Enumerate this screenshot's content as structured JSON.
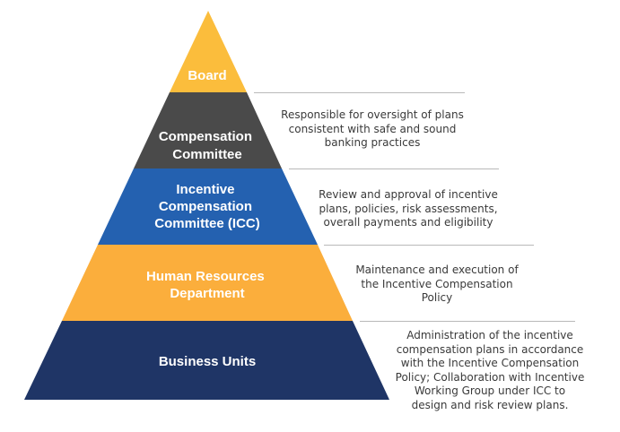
{
  "colors": {
    "board": "#fbbd3c",
    "compensation_committee": "#4a4a4a",
    "icc": "#2461b0",
    "hr": "#fbae3c",
    "business_units": "#1f3566",
    "separator": "#b9b9b9",
    "description_text": "#3a3a3a"
  },
  "tiers": [
    {
      "label_lines": [
        "Board"
      ]
    },
    {
      "label_lines": [
        "Compensation",
        "Committee"
      ],
      "description_lines": [
        "Responsible for oversight of plans",
        "consistent with safe and sound",
        "banking practices"
      ]
    },
    {
      "label_lines": [
        "Incentive",
        "Compensation",
        "Committee (ICC)"
      ],
      "description_lines": [
        "Review and approval of incentive",
        "plans, policies, risk assessments,",
        "overall payments and eligibility"
      ]
    },
    {
      "label_lines": [
        "Human Resources",
        "Department"
      ],
      "description_lines": [
        "Maintenance and execution of",
        "the Incentive Compensation",
        "Policy"
      ]
    },
    {
      "label_lines": [
        "Business Units"
      ],
      "description_lines": [
        "Administration of the incentive",
        "compensation plans in accordance",
        "with the Incentive Compensation",
        "Policy; Collaboration with Incentive",
        "Working Group under ICC to",
        "design and risk review plans."
      ]
    }
  ]
}
